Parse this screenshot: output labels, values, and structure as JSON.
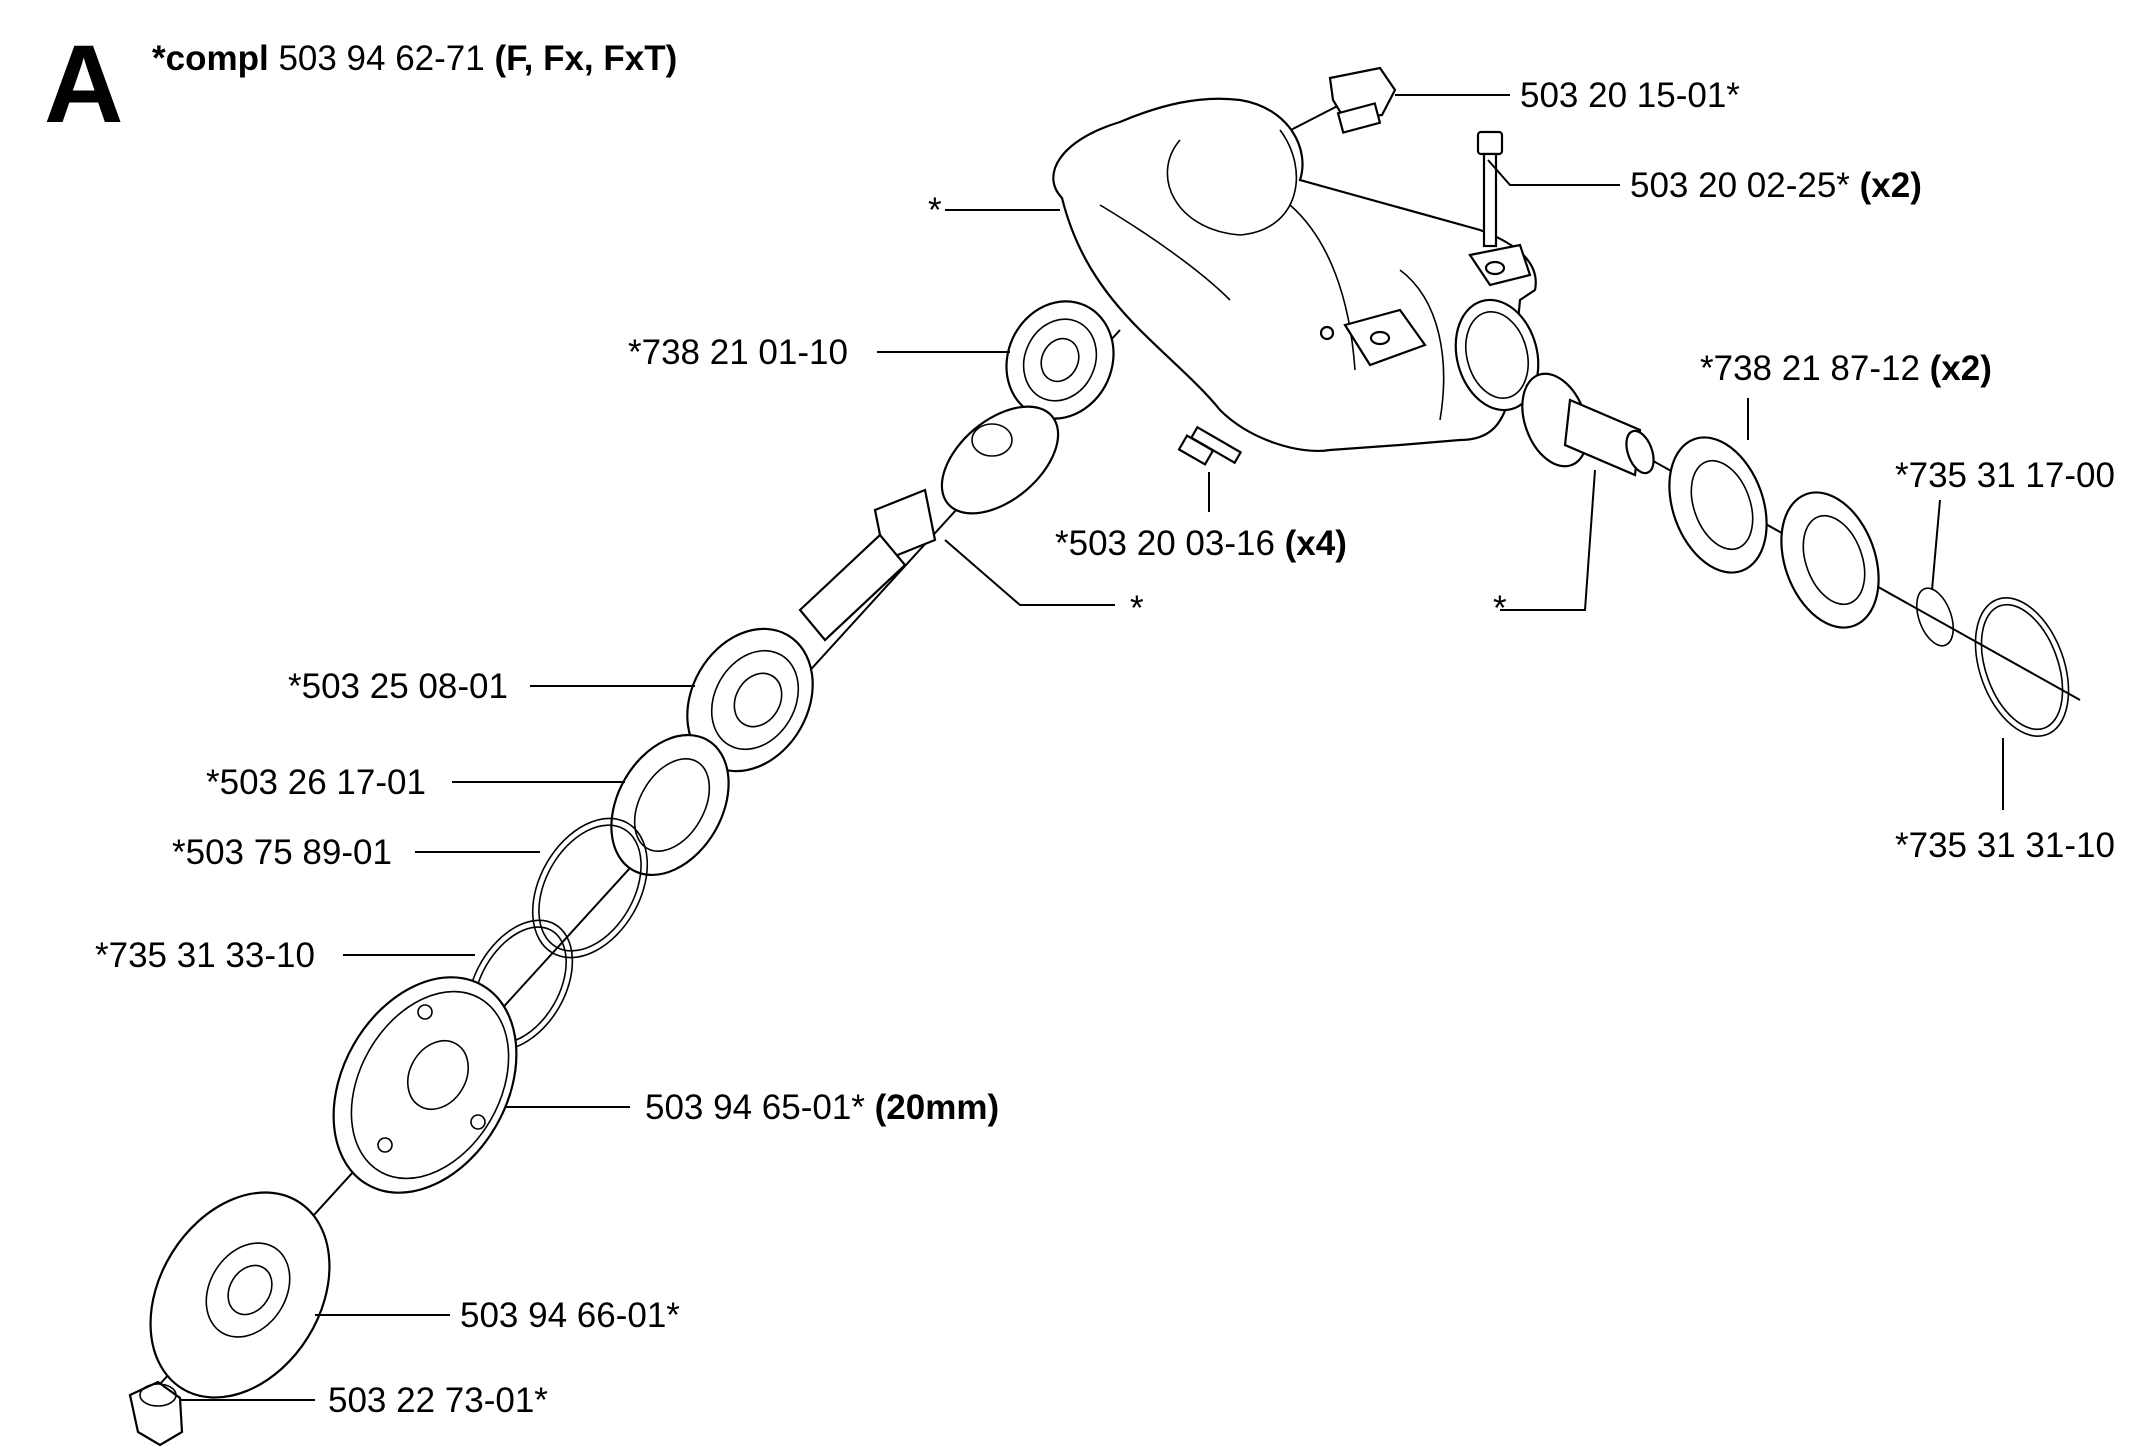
{
  "header": {
    "section_letter": "A",
    "compl_prefix": "*compl",
    "compl_number": "503 94 62-71",
    "compl_variants": "(F, Fx, FxT)"
  },
  "labels": {
    "p_503_20_15_01": "503 20 15-01*",
    "p_503_20_02_25": "503 20 02-25*",
    "p_503_20_02_25_qty": "(x2)",
    "housing_star": "*",
    "p_738_21_01_10": "*738 21 01-10",
    "p_738_21_87_12": "*738 21 87-12",
    "p_738_21_87_12_qty": "(x2)",
    "p_735_31_17_00": "*735 31 17-00",
    "p_503_20_03_16": "*503 20 03-16",
    "p_503_20_03_16_qty": "(x4)",
    "pinion_star": "*",
    "gear_star": "*",
    "p_503_25_08_01": "*503 25 08-01",
    "p_503_26_17_01": "*503 26 17-01",
    "p_503_75_89_01": "*503 75 89-01",
    "p_735_31_31_10": "*735 31 31-10",
    "p_735_31_33_10": "*735 31 33-10",
    "p_503_94_65_01": "503 94 65-01*",
    "p_503_94_65_01_qty": "(20mm)",
    "p_503_94_66_01": "503 94 66-01*",
    "p_503_22_73_01": "503 22 73-01*"
  }
}
